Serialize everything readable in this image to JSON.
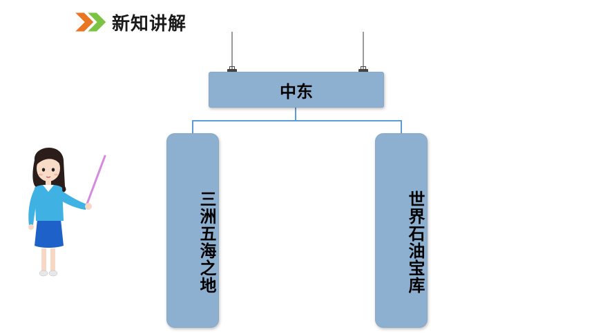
{
  "header": {
    "title": "新知讲解",
    "icon": "double-chevron-right-icon"
  },
  "diagram": {
    "root": "中东",
    "branches": [
      {
        "label": "三洲五海之地"
      },
      {
        "label": "世界石油宝库"
      }
    ]
  },
  "colors": {
    "box_fill": "#8db0d1",
    "connector": "#5b9bd5",
    "chevron_orange": "#e87722",
    "chevron_green": "#7cc243"
  }
}
